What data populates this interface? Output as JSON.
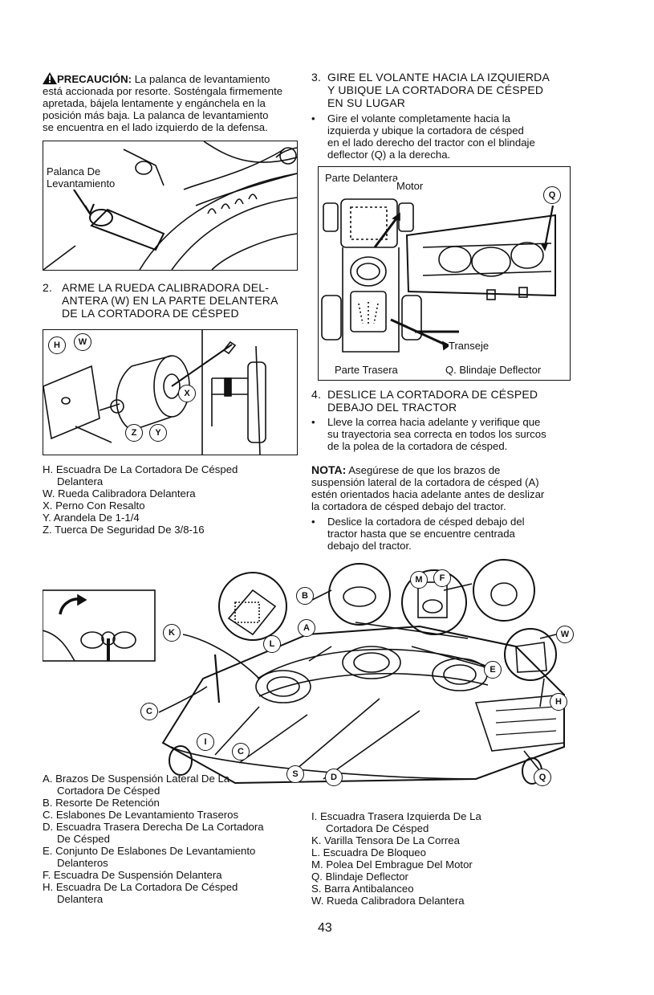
{
  "caution": {
    "title": "PRECAUCIÓN:",
    "lines": [
      "La palanca de levantamiento",
      "está accionada por resorte. Sosténgala firmemente",
      "apretada, bájela lentamente y engánchela en la",
      "posición más baja. La palanca de levantamiento",
      "se encuentra en el lado izquierdo de la defensa."
    ]
  },
  "fig1": {
    "label_line1": "Palanca De",
    "label_line2": "Levantamiento"
  },
  "step2": {
    "number": "2.",
    "lines": [
      "ARME LA RUEDA CALIBRADORA DEL-",
      "ANTERA (W) EN LA PARTE DELANTERA",
      "DE LA CORTADORA DE CÉSPED"
    ]
  },
  "fig2": {
    "callouts": [
      "H",
      "W",
      "X",
      "Z",
      "Y"
    ]
  },
  "parts_list_1": [
    {
      "text": "H.  Escuadra De La Cortadora De Césped",
      "cont": "Delantera"
    },
    {
      "text": "W.  Rueda Calibradora Delantera"
    },
    {
      "text": "X.  Perno Con Resalto"
    },
    {
      "text": "Y.  Arandela De 1-1/4"
    },
    {
      "text": "Z.  Tuerca De Seguridad De 3/8-16"
    }
  ],
  "step3": {
    "number": "3.",
    "lines": [
      "GIRE EL VOLANTE HACIA LA IZQUIERDA",
      "Y UBIQUE LA CORTADORA DE CÉSPED",
      "EN SU LUGAR"
    ],
    "bullet": [
      "Gire el volante completamente hacia la",
      "izquierda y ubique la cortadora de césped",
      "en el lado derecho del tractor con el blindaje",
      "deflector (Q) a la derecha."
    ]
  },
  "fig3": {
    "front": "Parte Delantera",
    "motor": "Motor",
    "transeje": "Transeje",
    "rear": "Parte Trasera",
    "q_label": "Q.  Blindaje Deflector",
    "q_callout": "Q"
  },
  "step4": {
    "number": "4.",
    "lines": [
      "DESLICE LA CORTADORA DE CÉSPED",
      "DEBAJO DEL TRACTOR"
    ],
    "bullet": [
      "Lleve la correa hacia adelante y verifique que",
      "su trayectoria sea correcta en todos los surcos",
      "de la polea de la cortadora de césped."
    ],
    "note_label": "NOTA:",
    "note_lines": [
      " Asegúrese de que los brazos de",
      "suspensión lateral de la cortadora de césped (A)",
      "estén orientados hacia adelante antes de deslizar",
      "la cortadora de césped debajo del tractor."
    ],
    "bullet2": [
      "Deslice la cortadora de césped debajo del",
      "tractor hasta que se encuentre centrada",
      "debajo del tractor."
    ]
  },
  "big_fig": {
    "callouts": [
      "B",
      "M",
      "F",
      "L",
      "A",
      "W",
      "K",
      "E",
      "C",
      "H",
      "I",
      "C",
      "S",
      "D",
      "Q"
    ]
  },
  "parts_list_left": [
    {
      "text": "A.  Brazos De Suspensión Lateral De La",
      "cont": "Cortadora De Césped"
    },
    {
      "text": "B.  Resorte De Retención"
    },
    {
      "text": "C.  Eslabones De Levantamiento Traseros"
    },
    {
      "text": "D.  Escuadra Trasera Derecha De La Cortadora",
      "cont": "De Césped"
    },
    {
      "text": "E.  Conjunto De Eslabones De Levantamiento",
      "cont": "Delanteros"
    },
    {
      "text": "F.  Escuadra De Suspensión Delantera"
    },
    {
      "text": "H.  Escuadra De La Cortadora De Césped",
      "cont": "Delantera"
    }
  ],
  "parts_list_right": [
    {
      "text": "I.   Escuadra Trasera Izquierda De La",
      "cont": "Cortadora De Césped"
    },
    {
      "text": "K.  Varilla Tensora De La Correa"
    },
    {
      "text": "L.  Escuadra De Bloqueo"
    },
    {
      "text": "M.  Polea Del Embrague Del Motor"
    },
    {
      "text": "Q.  Blindaje Deflector"
    },
    {
      "text": "S.  Barra Antibalanceo"
    },
    {
      "text": "W.  Rueda Calibradora Delantera"
    }
  ],
  "page_number": "43"
}
